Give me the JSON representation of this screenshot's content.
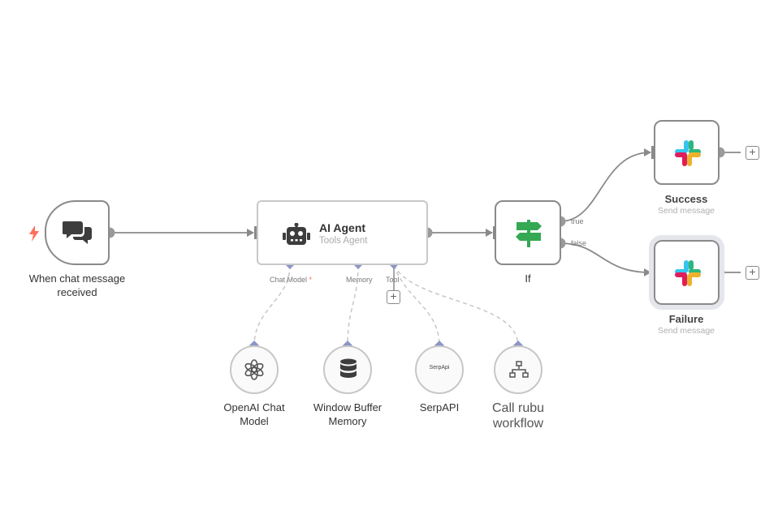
{
  "nodes": {
    "trigger": {
      "label": "When chat message received",
      "icon": "chat-bubbles-icon",
      "accent": "#ff6d5a"
    },
    "agent": {
      "title": "AI Agent",
      "subtitle": "Tools Agent",
      "icon": "robot-icon"
    },
    "if": {
      "label": "If",
      "icon": "signpost-icon",
      "accent": "#35a853"
    },
    "success": {
      "label": "Success",
      "subtitle": "Send message",
      "icon": "slack-icon"
    },
    "failure": {
      "label": "Failure",
      "subtitle": "Send message",
      "icon": "slack-icon"
    },
    "openai": {
      "label_1": "OpenAI Chat",
      "label_2": "Model",
      "icon": "openai-icon"
    },
    "memory": {
      "label_1": "Window Buffer",
      "label_2": "Memory",
      "icon": "database-icon"
    },
    "serpapi": {
      "label": "SerpAPI",
      "badge": "SerpApi"
    },
    "workflow": {
      "label_1": "Call rubu",
      "label_2": "workflow",
      "icon": "sitemap-icon"
    }
  },
  "ports": {
    "chat_model": "Chat Model",
    "chat_model_required": "*",
    "memory": "Memory",
    "tool": "Tool",
    "true_label": "true",
    "false_label": "false"
  },
  "colors": {
    "edge": "#8a8a8a",
    "dashed": "#c7c7c7",
    "diamond": "#8c95c7",
    "slack_blue": "#36c5f0",
    "slack_green": "#2eb67d",
    "slack_yellow": "#ecb22e",
    "slack_red": "#e01e5a"
  }
}
